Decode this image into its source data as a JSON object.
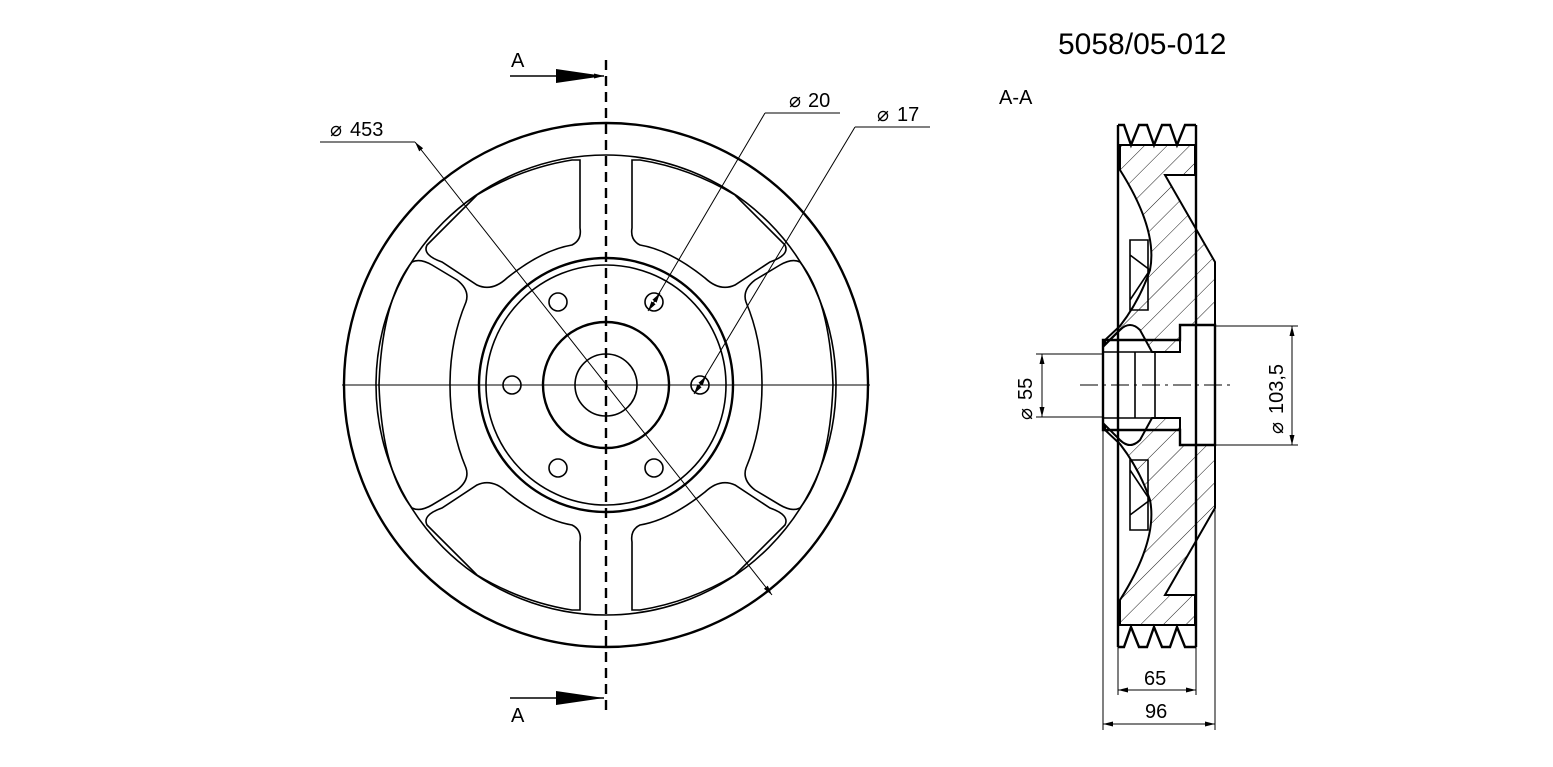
{
  "drawing": {
    "number": "5058/05-012",
    "section_label": "A-A",
    "section_marks": {
      "top": "A",
      "bottom": "A"
    },
    "dimensions": {
      "outer_diameter": "453",
      "hole_diameter_large": "20",
      "hole_diameter_small": "17",
      "bore_diameter": "55",
      "hub_diameter": "103,5",
      "groove_width": "65",
      "total_width": "96"
    },
    "diameter_symbol": "⌀"
  }
}
